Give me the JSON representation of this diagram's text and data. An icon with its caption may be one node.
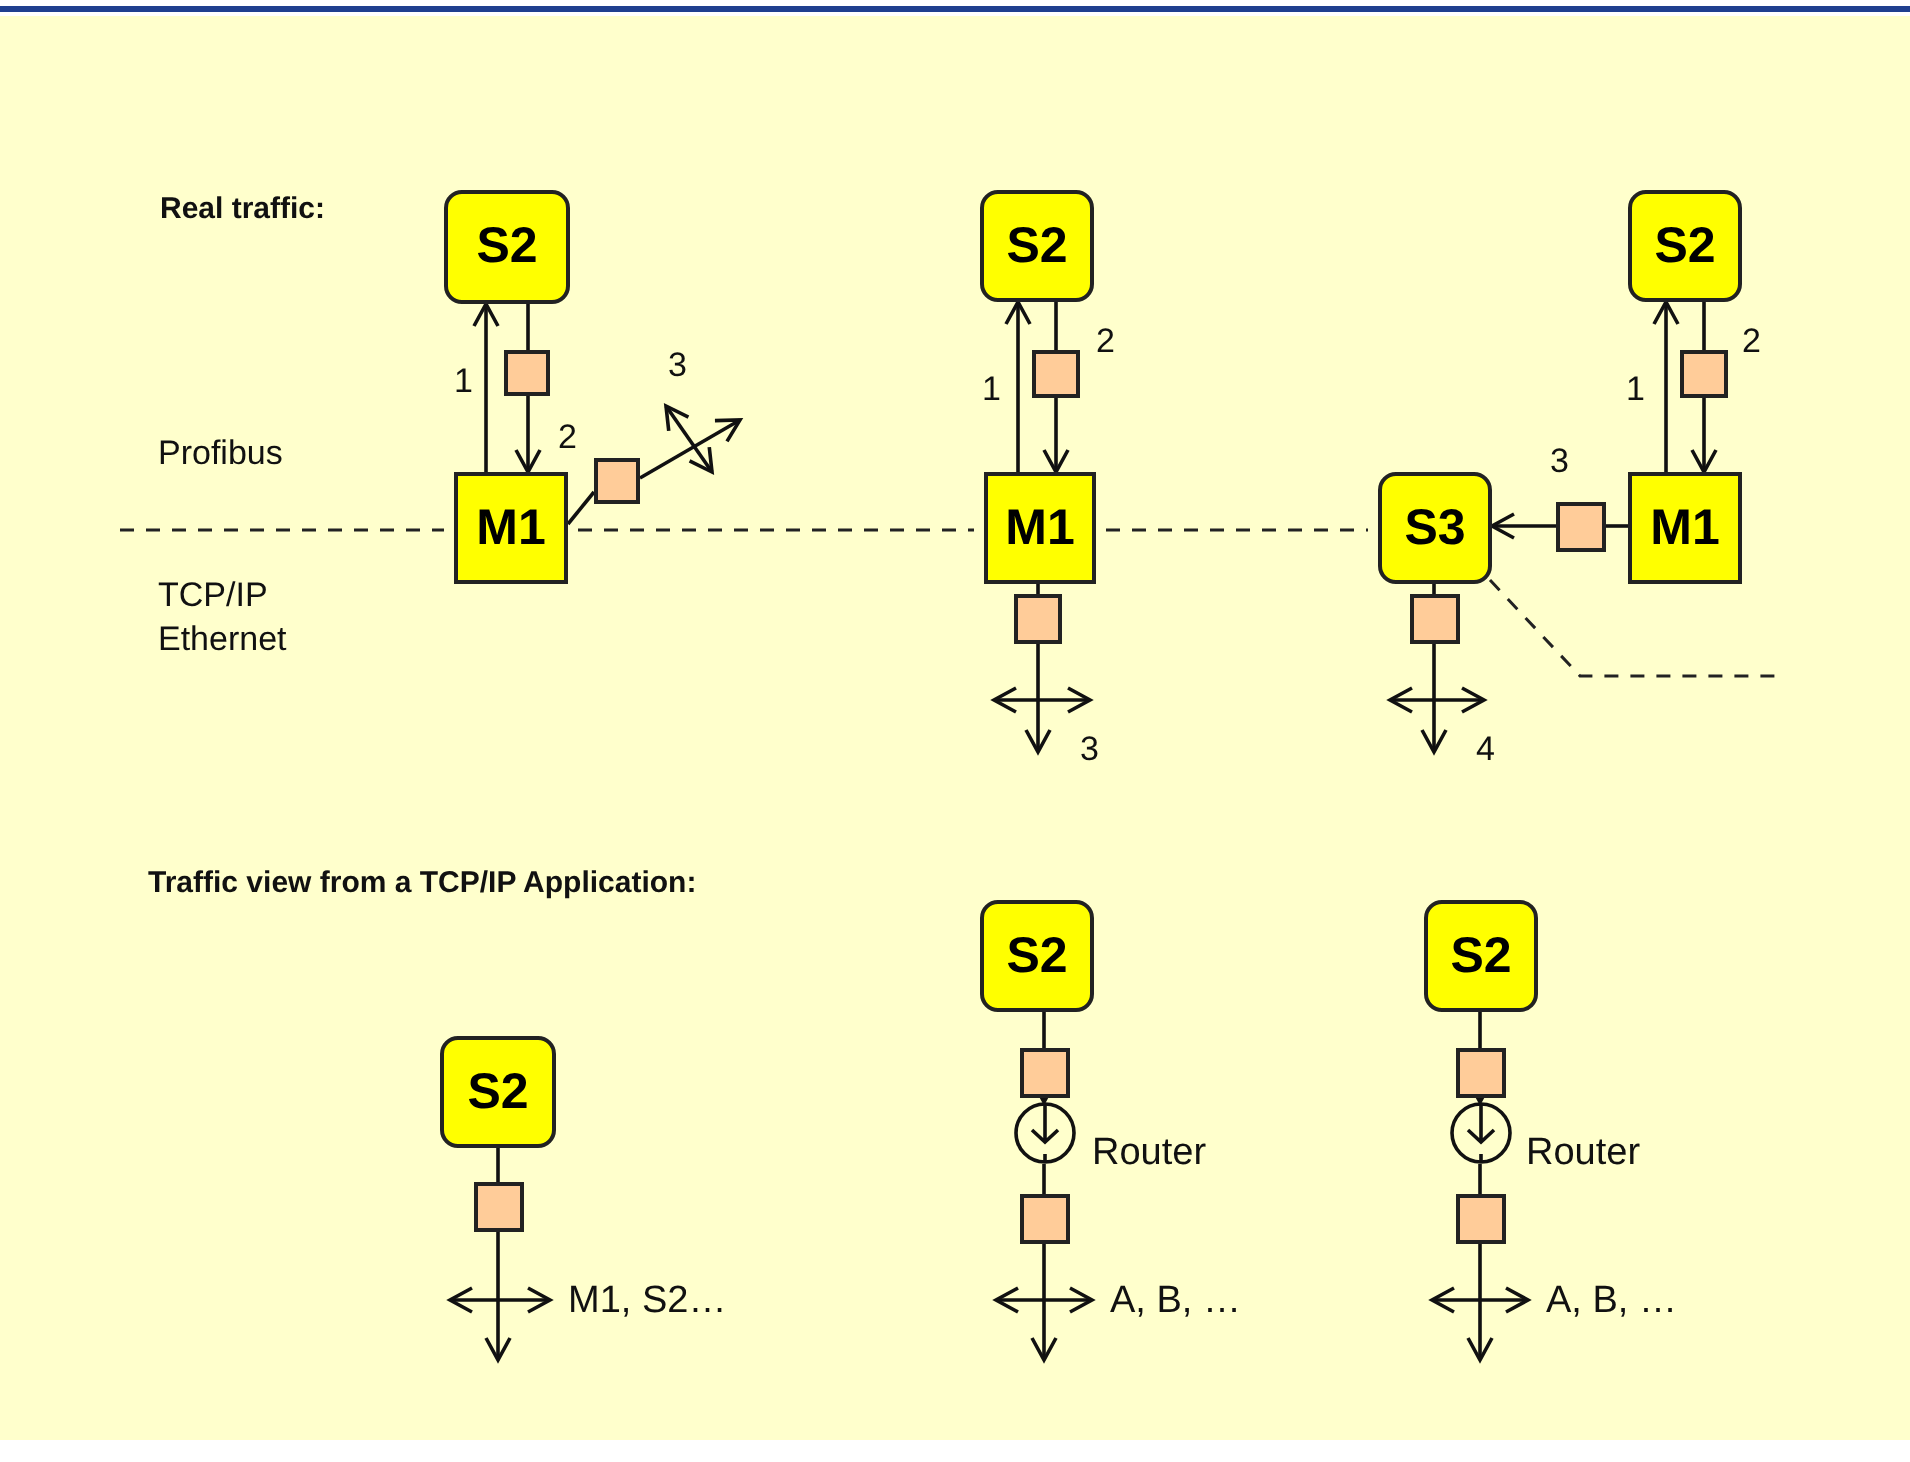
{
  "diagram": {
    "nodes": [
      {
        "text": [
          "S2"
        ]
      },
      {
        "text": [
          "M1"
        ]
      },
      {
        "text": [],
        "shape": "box"
      },
      {
        "text": [],
        "shape": "box"
      },
      {
        "text": [
          "S2"
        ]
      },
      {
        "text": [
          "M1"
        ]
      },
      {
        "text": [],
        "shape": "box"
      },
      {
        "text": [],
        "shape": "box"
      },
      {
        "text": [
          "S3"
        ]
      },
      {
        "text": [
          "S2"
        ]
      },
      {
        "text": [
          "M1"
        ]
      },
      {
        "text": [],
        "shape": "box"
      },
      {
        "text": [],
        "shape": "box"
      },
      {
        "text": [],
        "shape": "box"
      },
      {
        "text": [
          "S2"
        ]
      },
      {
        "text": [],
        "shape": "box"
      },
      {
        "text": [
          "S2"
        ]
      },
      {
        "text": [],
        "shape": "box"
      },
      {
        "text": [],
        "shape": "circle",
        "beside": [
          "Router"
        ]
      },
      {
        "text": [],
        "shape": "box"
      },
      {
        "text": [
          "S2"
        ]
      },
      {
        "text": [],
        "shape": "box"
      },
      {
        "text": [],
        "shape": "circle",
        "beside": [
          "Router"
        ]
      },
      {
        "text": [],
        "shape": "box"
      }
    ],
    "edges": [
      {
        "from": 1,
        "to": 0,
        "arrow": "to",
        "label": "1"
      },
      {
        "from": 0,
        "to": 2,
        "arrow": "none"
      },
      {
        "from": 2,
        "to": 1,
        "arrow": "to",
        "label": "2"
      },
      {
        "from": 1,
        "to": 3,
        "arrow": "none"
      },
      {
        "from": 3,
        "to": null,
        "arrow": "to"
      },
      {
        "from": 5,
        "to": 4,
        "arrow": "to",
        "label": "1"
      },
      {
        "from": 4,
        "to": 6,
        "arrow": "none"
      },
      {
        "from": 6,
        "to": 5,
        "arrow": "to",
        "label": "2"
      },
      {
        "from": 5,
        "to": 7,
        "arrow": "none"
      },
      {
        "from": 7,
        "to": null,
        "arrow": "to"
      },
      {
        "from": 10,
        "to": 9,
        "arrow": "to",
        "label": "1"
      },
      {
        "from": 9,
        "to": 11,
        "arrow": "none"
      },
      {
        "from": 11,
        "to": 10,
        "arrow": "to",
        "label": "2"
      },
      {
        "from": 10,
        "to": 12,
        "arrow": "none"
      },
      {
        "from": 12,
        "to": 8,
        "arrow": "to",
        "label": "3"
      },
      {
        "from": 8,
        "to": 13,
        "arrow": "none"
      },
      {
        "from": 13,
        "to": null,
        "arrow": "to"
      },
      {
        "from": 14,
        "to": 15,
        "arrow": "none"
      },
      {
        "from": 15,
        "to": null,
        "arrow": "to"
      },
      {
        "from": 16,
        "to": 17,
        "arrow": "none"
      },
      {
        "from": 17,
        "to": 18,
        "arrow": "to"
      },
      {
        "from": 18,
        "to": 19,
        "arrow": "none"
      },
      {
        "from": 19,
        "to": null,
        "arrow": "to"
      },
      {
        "from": 20,
        "to": 21,
        "arrow": "none"
      },
      {
        "from": 21,
        "to": 22,
        "arrow": "to"
      },
      {
        "from": 22,
        "to": 23,
        "arrow": "none"
      },
      {
        "from": 23,
        "to": null,
        "arrow": "to"
      }
    ],
    "labels": [
      "Real traffic:",
      "3",
      "Profibus",
      "TCP/IP Ethernet",
      "3",
      "4",
      "Traffic view from a TCP/IP Application:",
      "M1, S2…",
      "A, B, …",
      "A, B, …"
    ]
  }
}
